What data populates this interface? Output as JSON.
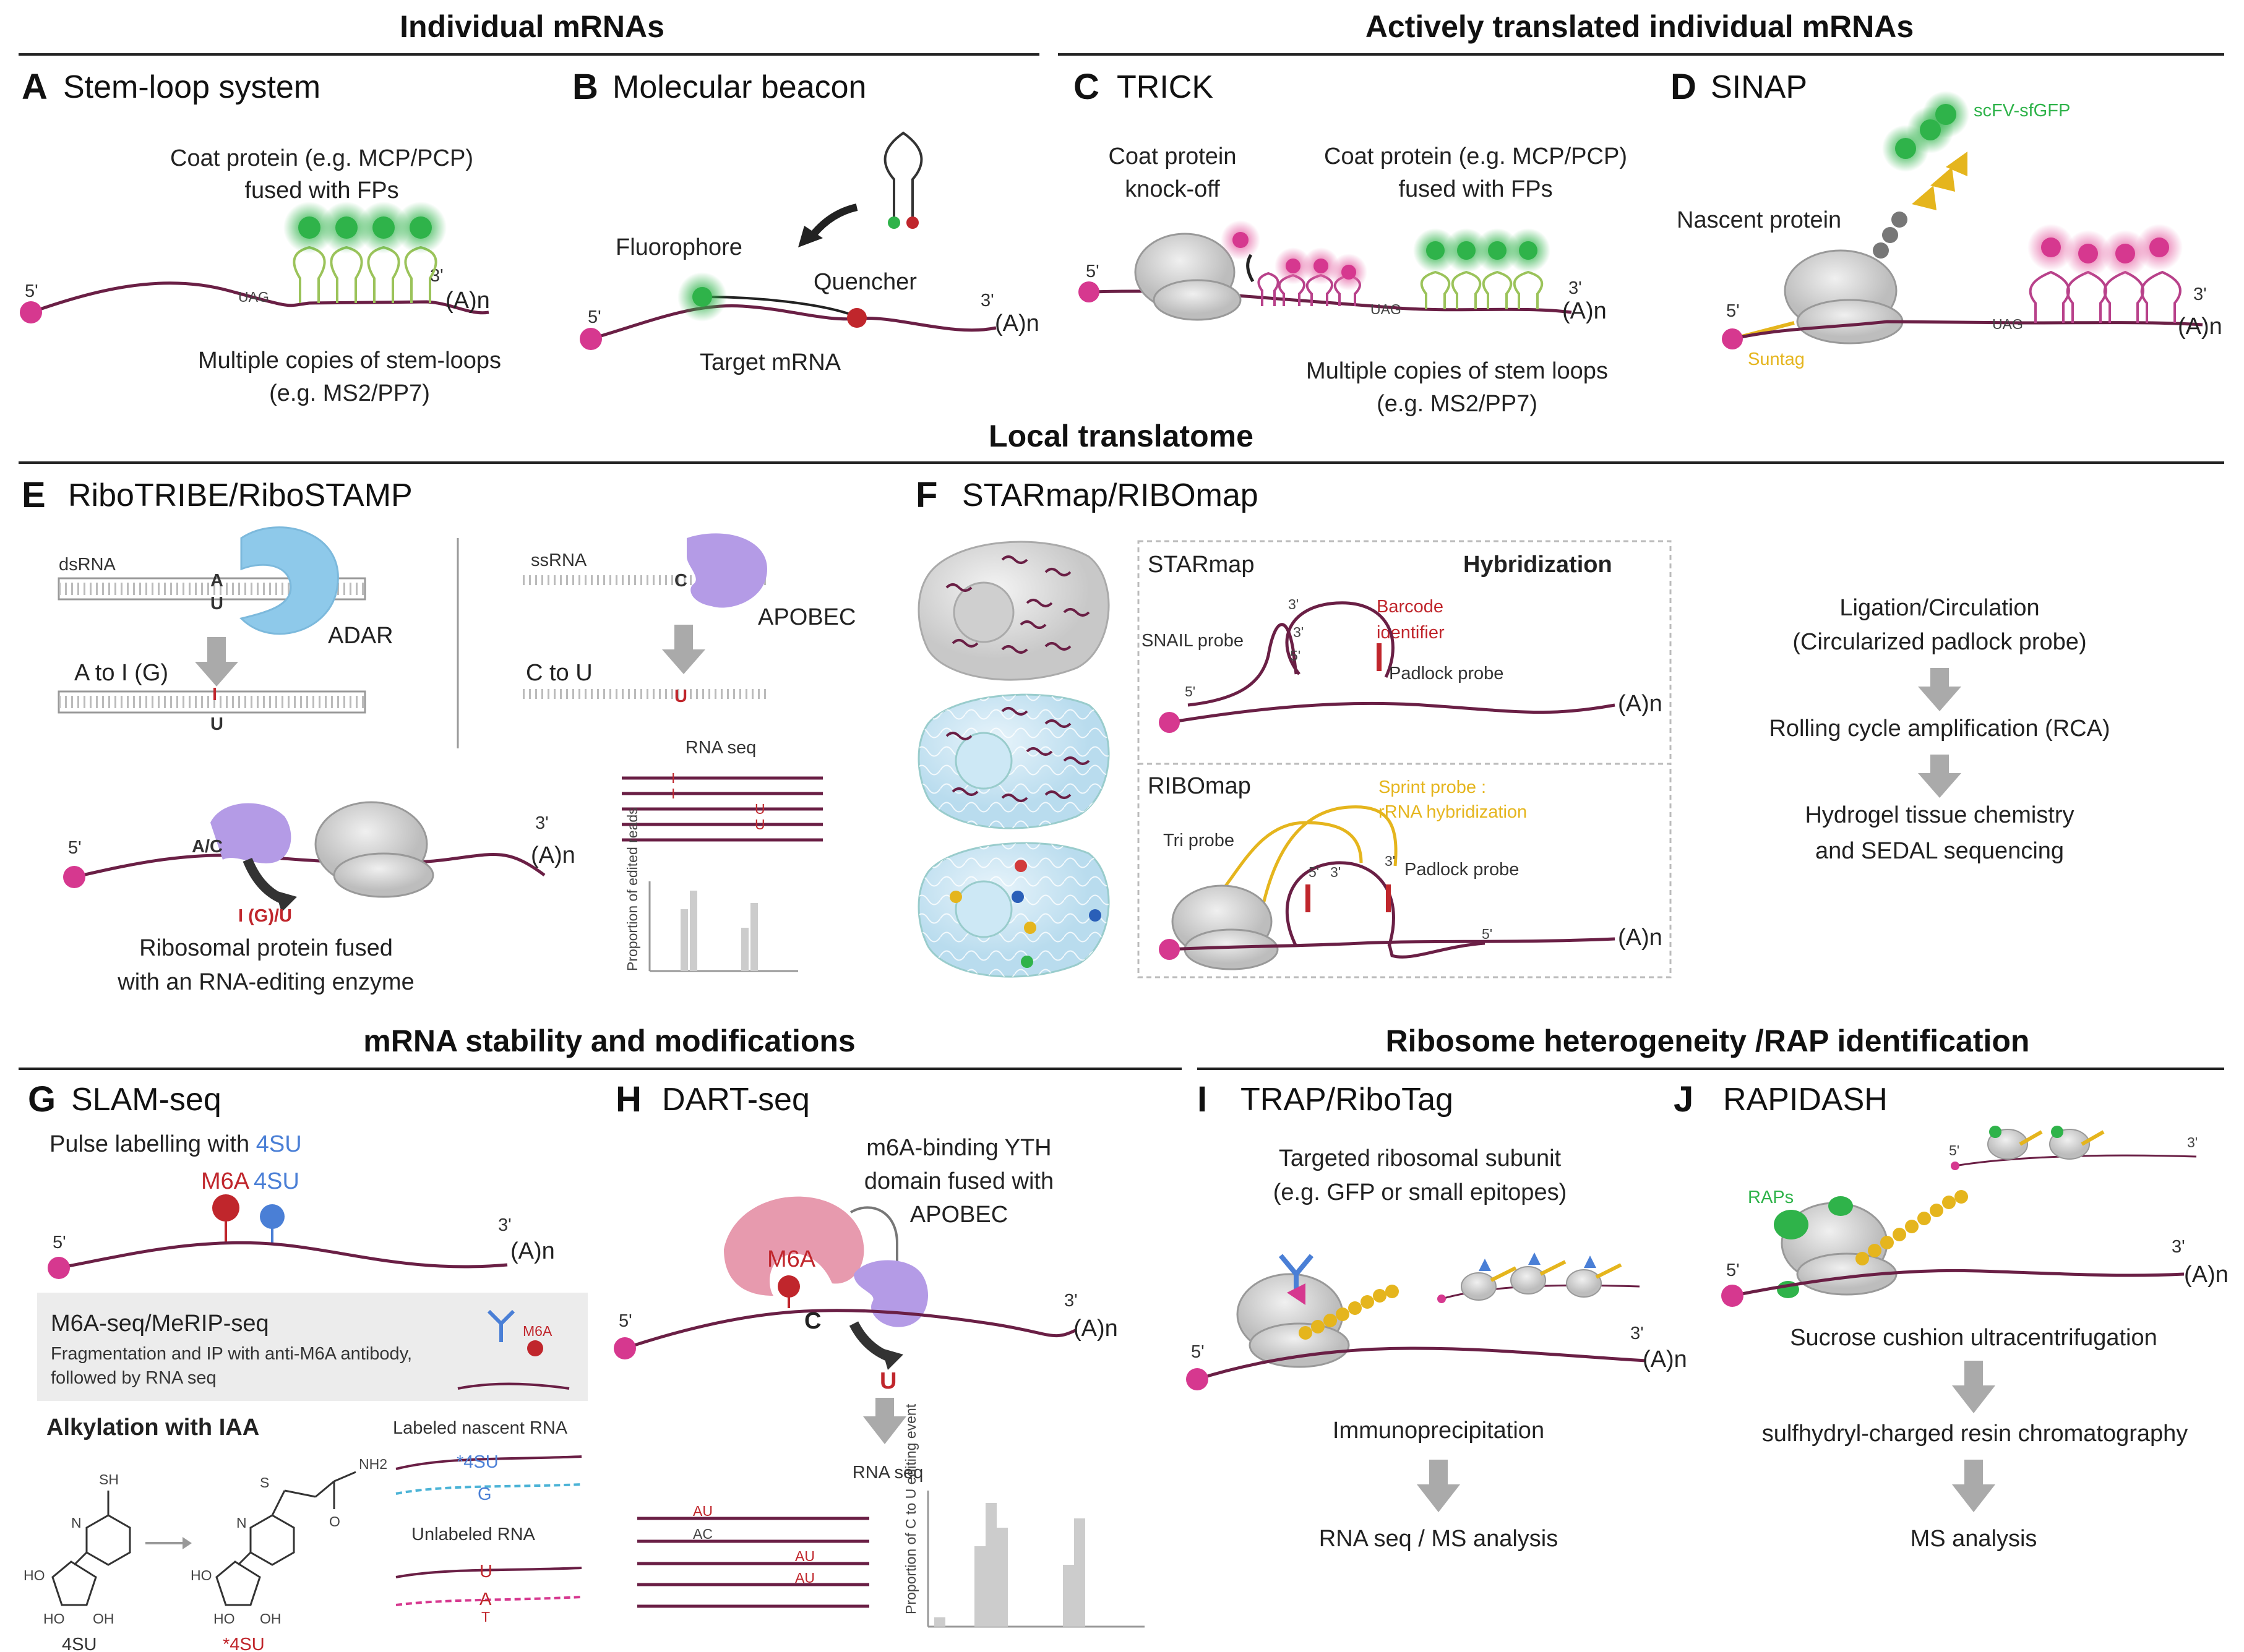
{
  "sections": {
    "individual": "Individual mRNAs",
    "actively": "Actively translated individual mRNAs",
    "local": "Local translatome",
    "stability": "mRNA stability and modifications",
    "ribosome": "Ribosome heterogeneity /RAP identification"
  },
  "panels": {
    "A": {
      "letter": "A",
      "title": "Stem-loop system",
      "coat1": "Coat protein (e.g. MCP/PCP)",
      "coat2": "fused with FPs",
      "multi1": "Multiple copies of stem-loops",
      "multi2": "(e.g. MS2/PP7)",
      "five": "5'",
      "three": "3'",
      "polya": "(A)n",
      "stop": "UAG"
    },
    "B": {
      "letter": "B",
      "title": "Molecular beacon",
      "fluorophore": "Fluorophore",
      "quencher": "Quencher",
      "target": "Target mRNA",
      "five": "5'",
      "three": "3'",
      "polya": "(A)n"
    },
    "C": {
      "letter": "C",
      "title": "TRICK",
      "knock1": "Coat protein",
      "knock2": "knock-off",
      "coat1": "Coat protein (e.g. MCP/PCP)",
      "coat2": "fused with FPs",
      "multi1": "Multiple copies of stem loops",
      "multi2": "(e.g. MS2/PP7)",
      "five": "5'",
      "three": "3'",
      "polya": "(A)n",
      "stop": "UAG"
    },
    "D": {
      "letter": "D",
      "title": "SINAP",
      "scfv": "scFV-sfGFP",
      "nascent": "Nascent protein",
      "suntag": "Suntag",
      "five": "5'",
      "three": "3'",
      "polya": "(A)n",
      "stop": "UAG"
    },
    "E": {
      "letter": "E",
      "title": "RiboTRIBE/RiboSTAMP",
      "dsrna": "dsRNA",
      "adar": "ADAR",
      "a": "A",
      "u": "U",
      "i": "I",
      "atoi": "A to I (G)",
      "ssrna": "ssRNA",
      "c": "C",
      "apobec": "APOBEC",
      "ctou": "C to U",
      "rnaseq": "RNA seq",
      "ac": "A/C",
      "igu": "I (G)/U",
      "fused1": "Ribosomal protein fused",
      "fused2": "with an RNA-editing enzyme",
      "five": "5'",
      "three": "3'",
      "polya": "(A)n",
      "yaxis": "Proportion of edited reads"
    },
    "F": {
      "letter": "F",
      "title": "STARmap/RIBOmap",
      "starmap": "STARmap",
      "hybridization": "Hybridization",
      "snail": "SNAIL probe",
      "barcode1": "Barcode",
      "barcode2": "identifier",
      "padlock": "Padlock probe",
      "ribomap": "RIBOmap",
      "splint1": "Sprint probe :",
      "splint2": "rRNA hybridization",
      "tri": "Tri probe",
      "padlock2": "Padlock  probe",
      "five": "5'",
      "three": "3'",
      "polya": "(A)n",
      "step1a": "Ligation/Circulation",
      "step1b": "(Circularized padlock probe)",
      "step2": "Rolling cycle amplification (RCA)",
      "step3a": "Hydrogel tissue chemistry",
      "step3b": "and SEDAL sequencing"
    },
    "G": {
      "letter": "G",
      "title": "SLAM-seq",
      "pulse": "Pulse labelling with ",
      "foursu": "4SU",
      "m6a": "M6A",
      "merip": "M6A-seq/MeRIP-seq",
      "frag1": "Fragmentation and IP with anti-M6A antibody,",
      "frag2": "followed by RNA seq",
      "alky": "Alkylation with IAA",
      "labeled": "Labeled nascent RNA",
      "star4su": "*4SU",
      "g": "G",
      "unlabeled": "Unlabeled RNA",
      "u": "U",
      "aa": "A",
      "t": "T",
      "mol1": "4SU",
      "mol2": "*4SU",
      "sh": "SH",
      "nh2": "NH2",
      "o": "O",
      "n": "N",
      "s": "S",
      "ho": "HO",
      "oh": "OH",
      "five": "5'",
      "three": "3'",
      "polya": "(A)n"
    },
    "H": {
      "letter": "H",
      "title": "DART-seq",
      "m6a1": "m6A-binding YTH",
      "m6a2": "domain fused with",
      "m6a3": "APOBEC",
      "m6a": "M6A",
      "c": "C",
      "u": "U",
      "rnaseq": "RNA seq",
      "au": "AU",
      "ac": "AC",
      "five": "5'",
      "three": "3'",
      "polya": "(A)n",
      "yaxis": "Proportion of C to U editing event"
    },
    "I": {
      "letter": "I",
      "title": "TRAP/RiboTag",
      "target1": "Targeted ribosomal subunit",
      "target2": "(e.g. GFP or small epitopes)",
      "ip": "Immunoprecipitation",
      "result": "RNA seq / MS analysis",
      "five": "5'",
      "three": "3'",
      "polya": "(A)n"
    },
    "J": {
      "letter": "J",
      "title": "RAPIDASH",
      "raps": "RAPs",
      "sucrose": "Sucrose cushion ultracentrifugation",
      "resin": "sulfhydryl-charged resin chromatography",
      "ms": "MS analysis",
      "five": "5'",
      "three": "3'",
      "polya": "(A)n"
    }
  },
  "colors": {
    "rna": "#6a1f45",
    "green": "#2fb34a",
    "magenta": "#d6388f",
    "red": "#c0262c",
    "blue": "#4a7fd6",
    "yellow": "#e5b51d",
    "ribosome": "#d7d7d7",
    "adar": "#8ec9ea",
    "apobec": "#b49be6",
    "yth": "#e79aae"
  }
}
